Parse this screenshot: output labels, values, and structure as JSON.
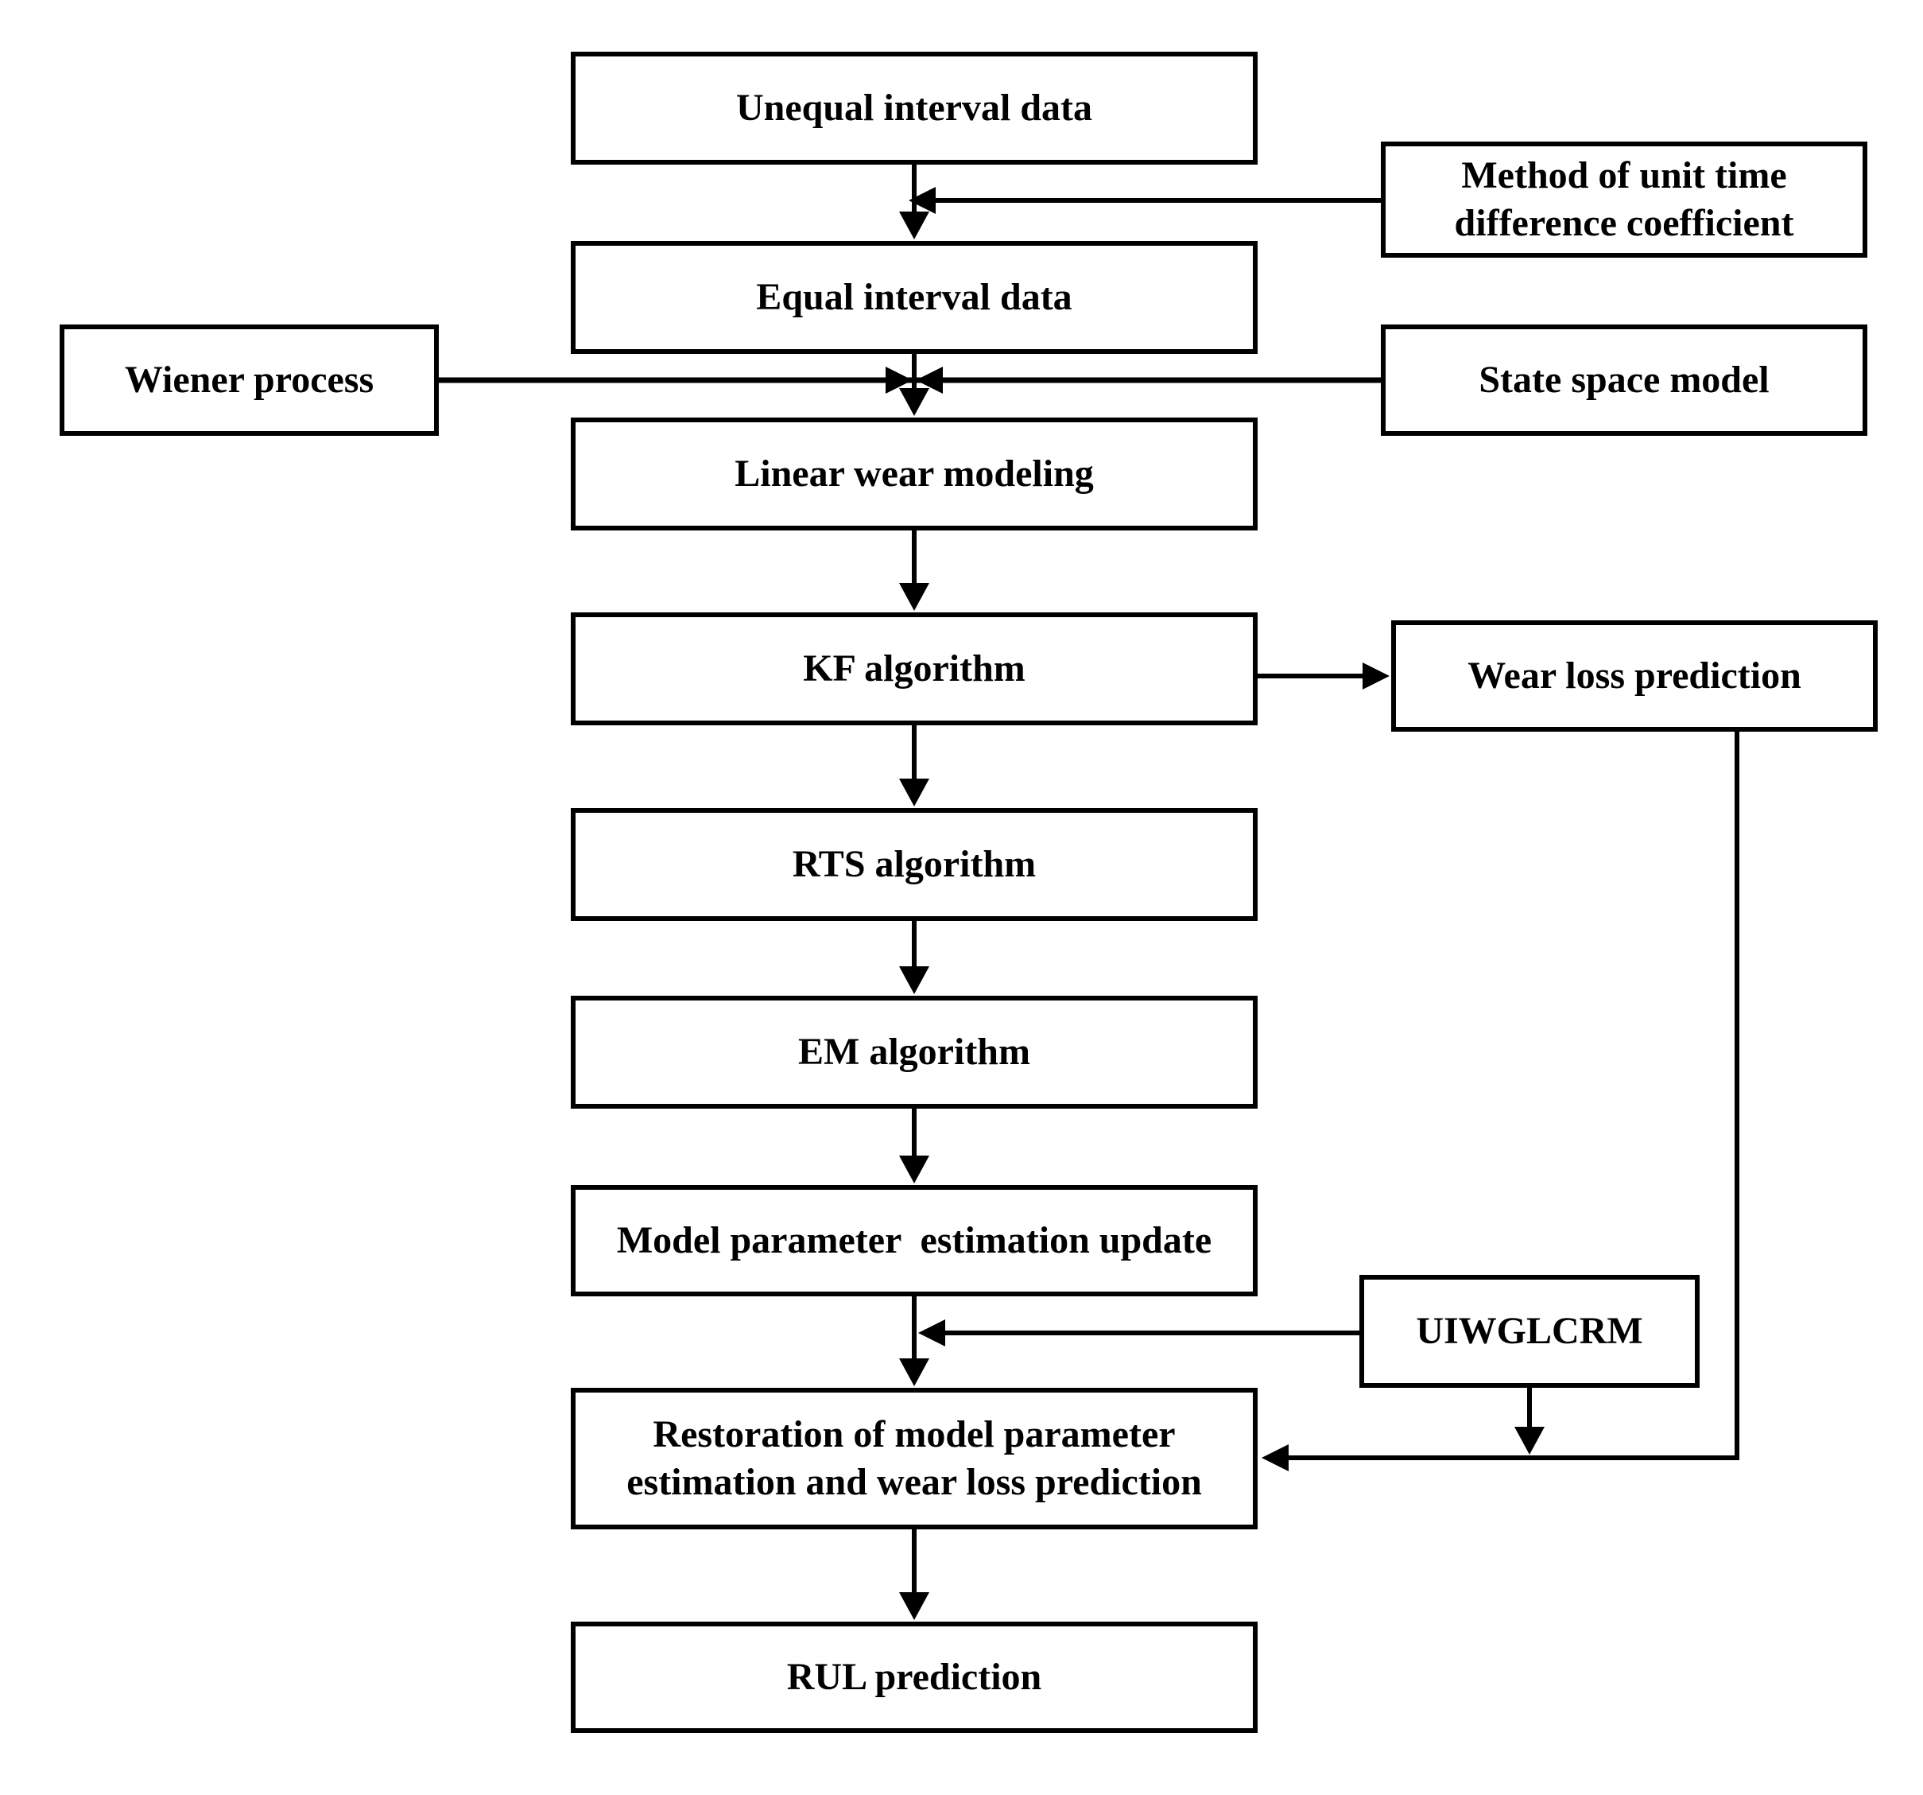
{
  "diagram": {
    "background_color": "#ffffff",
    "line_color": "#000000",
    "box_fill_color": "#ffffff",
    "nodes": [
      {
        "id": "unequal",
        "label": "Unequal interval data"
      },
      {
        "id": "method",
        "label": "Method of unit time\ndifference coefficient"
      },
      {
        "id": "equal",
        "label": "Equal interval data"
      },
      {
        "id": "wiener",
        "label": "Wiener process"
      },
      {
        "id": "state",
        "label": "State space model"
      },
      {
        "id": "linear",
        "label": "Linear wear modeling"
      },
      {
        "id": "kf",
        "label": "KF algorithm"
      },
      {
        "id": "wear",
        "label": "Wear loss prediction"
      },
      {
        "id": "rts",
        "label": "RTS algorithm"
      },
      {
        "id": "em",
        "label": "EM algorithm"
      },
      {
        "id": "update",
        "label": "Model parameter  estimation update"
      },
      {
        "id": "uiwglcrm",
        "label": "UIWGLCRM"
      },
      {
        "id": "restoration",
        "label": "Restoration of model parameter\nestimation and wear loss prediction"
      },
      {
        "id": "rul",
        "label": "RUL prediction"
      }
    ],
    "edges": [
      {
        "from": "unequal",
        "to": "equal",
        "type": "arrow"
      },
      {
        "from": "method",
        "to": "unequal-equal-connector",
        "type": "arrow"
      },
      {
        "from": "wiener",
        "to": "equal-linear-connector",
        "type": "arrow"
      },
      {
        "from": "state",
        "to": "equal-linear-connector",
        "type": "arrow"
      },
      {
        "from": "equal",
        "to": "linear",
        "type": "arrow"
      },
      {
        "from": "linear",
        "to": "kf",
        "type": "arrow"
      },
      {
        "from": "kf",
        "to": "wear",
        "type": "arrow"
      },
      {
        "from": "kf",
        "to": "rts",
        "type": "arrow"
      },
      {
        "from": "rts",
        "to": "em",
        "type": "arrow"
      },
      {
        "from": "em",
        "to": "update",
        "type": "arrow"
      },
      {
        "from": "update",
        "to": "restoration",
        "type": "arrow"
      },
      {
        "from": "uiwglcrm",
        "to": "update-restoration-connector",
        "type": "arrow"
      },
      {
        "from": "uiwglcrm",
        "to": "wear-restoration-connector",
        "type": "arrow"
      },
      {
        "from": "wear",
        "to": "restoration",
        "type": "arrow"
      },
      {
        "from": "restoration",
        "to": "rul",
        "type": "arrow"
      }
    ]
  }
}
